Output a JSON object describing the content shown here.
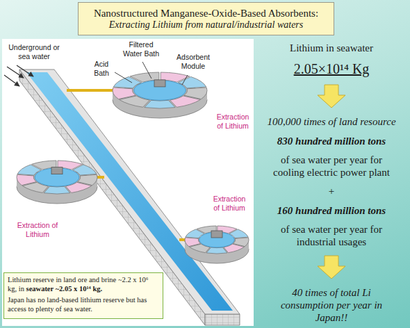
{
  "diagram": {
    "title": "Nanostructured Manganese-Oxide-Based Absorbents:",
    "nodes": [
      {
        "text": [
          "Lithium reserve in land ore and brine ~2.2 x 10⁶ kg, in",
          "seawater ~2.05 x 10¹⁴ kg.",
          "Japan has no land-based lithium reserve but has access to plenty of sea water."
        ]
      }
    ],
    "labels": [
      "Extracting Lithium from natural/industrial waters",
      "Underground or sea water",
      "Filtered Water Bath",
      "Acid Bath",
      "Adsorbent Module",
      "Extraction of Lithium",
      "Extraction of Lithium",
      "Extraction of Lithium",
      "Lithium in seawater",
      "2.05×10¹⁴ Kg",
      "100,000 times of land resource",
      "830 hundred million tons",
      "of sea water per year for cooling electric power plant",
      "+",
      "160 hundred million tons",
      "of sea water per year for industrial usages",
      "40 times of total Li consumption per year in Japan!!"
    ]
  }
}
